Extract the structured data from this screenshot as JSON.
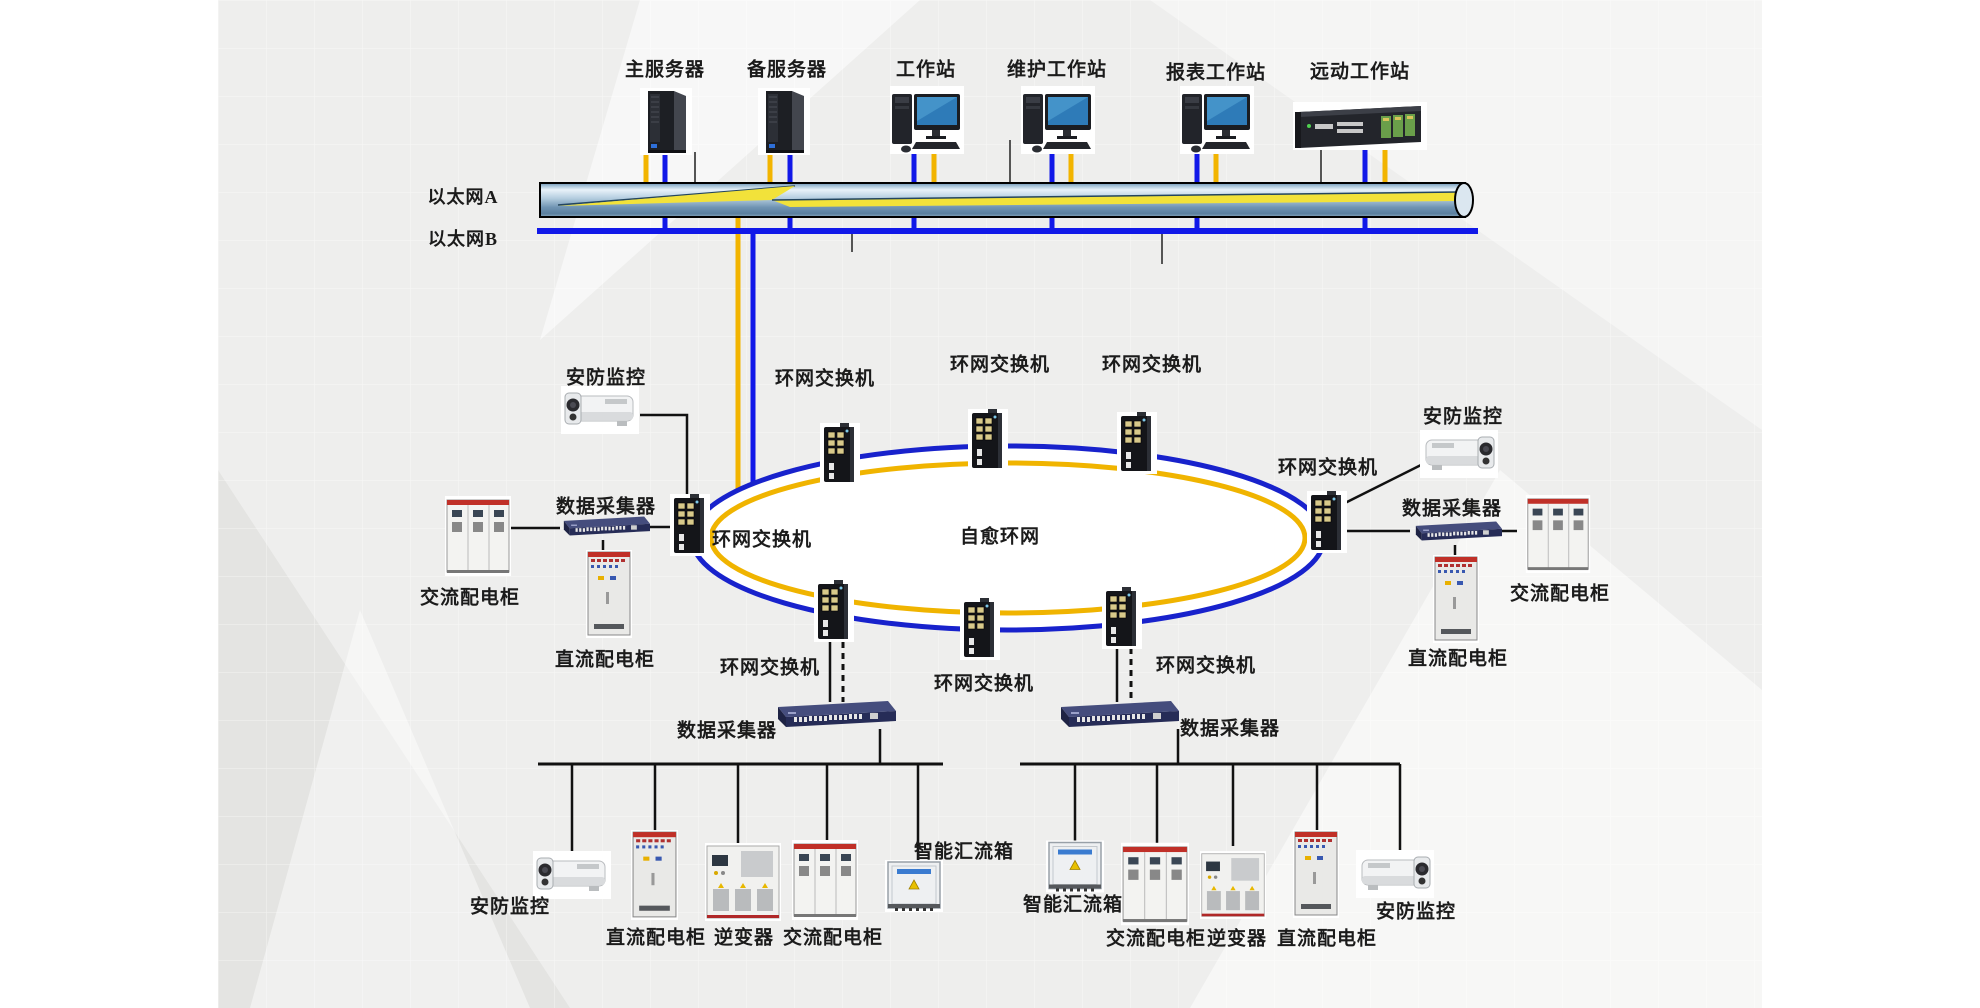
{
  "background": {
    "page_color": "#ffffff",
    "band_color": "#eeeeed"
  },
  "colors": {
    "bus_yellow": "#f2b400",
    "bus_blue": "#1118e8",
    "ring_blue": "#1822cc",
    "ring_yellow": "#f0b400",
    "line_black": "#111111",
    "pipe_outline": "#000000",
    "bolt_yellow": "#f2e23a"
  },
  "ethernet": {
    "a_label": "以太网A",
    "b_label": "以太网B"
  },
  "ring": {
    "label": "自愈环网"
  },
  "device_labels": {
    "main_server": "主服务器",
    "backup_server": "备服务器",
    "workstation": "工作站",
    "maintenance_workstation": "维护工作站",
    "report_workstation": "报表工作站",
    "remote_workstation": "远动工作站",
    "ring_switch": "环网交换机",
    "data_collector": "数据采集器",
    "security_camera": "安防监控",
    "ac_cabinet": "交流配电柜",
    "dc_cabinet": "直流配电柜",
    "inverter": "逆变器",
    "combiner_box": "智能汇流箱"
  }
}
